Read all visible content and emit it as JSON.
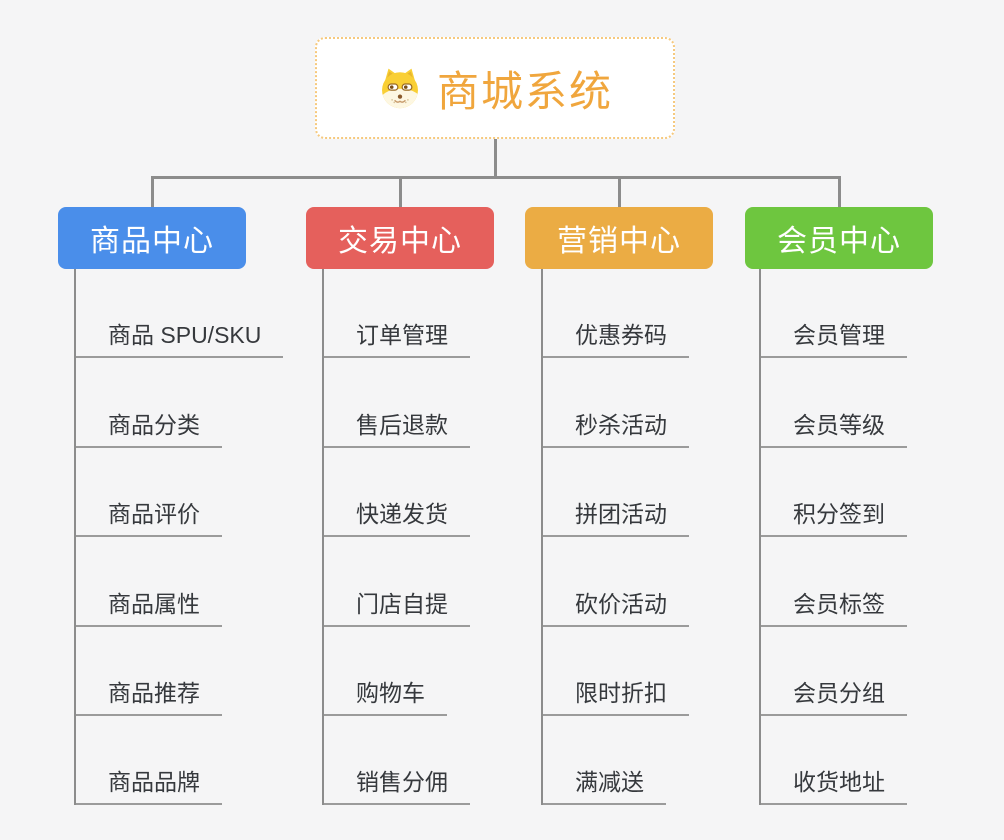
{
  "root": {
    "label": "商城系统",
    "icon": "dog-face-icon"
  },
  "branches": [
    {
      "label": "商品中心",
      "color": "#4a8eea",
      "children": [
        "商品 SPU/SKU",
        "商品分类",
        "商品评价",
        "商品属性",
        "商品推荐",
        "商品品牌"
      ]
    },
    {
      "label": "交易中心",
      "color": "#e5605c",
      "children": [
        "订单管理",
        "售后退款",
        "快递发货",
        "门店自提",
        "购物车",
        "销售分佣"
      ]
    },
    {
      "label": "营销中心",
      "color": "#ebac44",
      "children": [
        "优惠券码",
        "秒杀活动",
        "拼团活动",
        "砍价活动",
        "限时折扣",
        "满减送"
      ]
    },
    {
      "label": "会员中心",
      "color": "#6ec63f",
      "children": [
        "会员管理",
        "会员等级",
        "积分签到",
        "会员标签",
        "会员分组",
        "收货地址"
      ]
    }
  ],
  "colors": {
    "root_text": "#f0a63d",
    "root_border": "#f6c97e",
    "connector_line": "#8c8c8c",
    "leaf_underline": "#9b9b9b",
    "leaf_text": "#36393d",
    "background": "#f5f5f6"
  }
}
